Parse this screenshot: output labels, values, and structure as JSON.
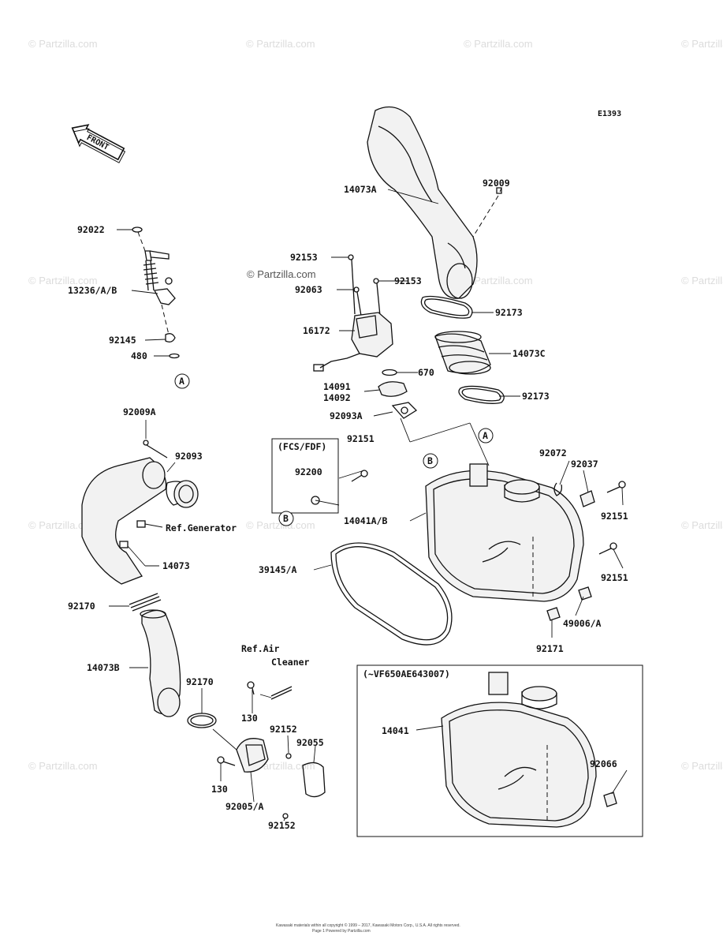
{
  "diagram_code": "E1393",
  "front_label": "FRONT",
  "watermark_text": "© Partzilla.com",
  "part_labels": {
    "p92009": "92009",
    "p14073A": "14073A",
    "p92153a": "92153",
    "p92153b": "92153",
    "p92063": "92063",
    "p92173a": "92173",
    "p16172": "16172",
    "p14073C": "14073C",
    "p670": "670",
    "p14091": "14091",
    "p14092": "14092",
    "p92173b": "92173",
    "p92093A": "92093A",
    "p92022": "92022",
    "p13236": "13236/A/B",
    "p92145": "92145",
    "p480": "480",
    "p92009A": "92009A",
    "p92093": "92093",
    "pFCS": "(FCS/FDF)",
    "p92151a": "92151",
    "p92200": "92200",
    "p92072": "92072",
    "p92037": "92037",
    "p92151b": "92151",
    "p14041AB": "14041A/B",
    "pRefGen": "Ref.Generator",
    "p14073": "14073",
    "p39145": "39145/A",
    "p92151c": "92151",
    "p49006": "49006/A",
    "p92170a": "92170",
    "p92171": "92171",
    "pRefAir1": "Ref.Air",
    "pRefAir2": "Cleaner",
    "p14073B": "14073B",
    "pVF": "(~VF650AE643007)",
    "p92170b": "92170",
    "p14041": "14041",
    "p130a": "130",
    "p92152a": "92152",
    "p92055": "92055",
    "p92066": "92066",
    "p130b": "130",
    "p92005": "92005/A",
    "p92152b": "92152"
  },
  "callouts": {
    "a": "A",
    "b": "B"
  },
  "footer": {
    "line1": "Kawasaki materials within all copyright © 1999 – 2017, Kawasaki Motors Corp., U.S.A.  All rights reserved.",
    "line2": "Page 1 Powered by Partzilla.com"
  }
}
